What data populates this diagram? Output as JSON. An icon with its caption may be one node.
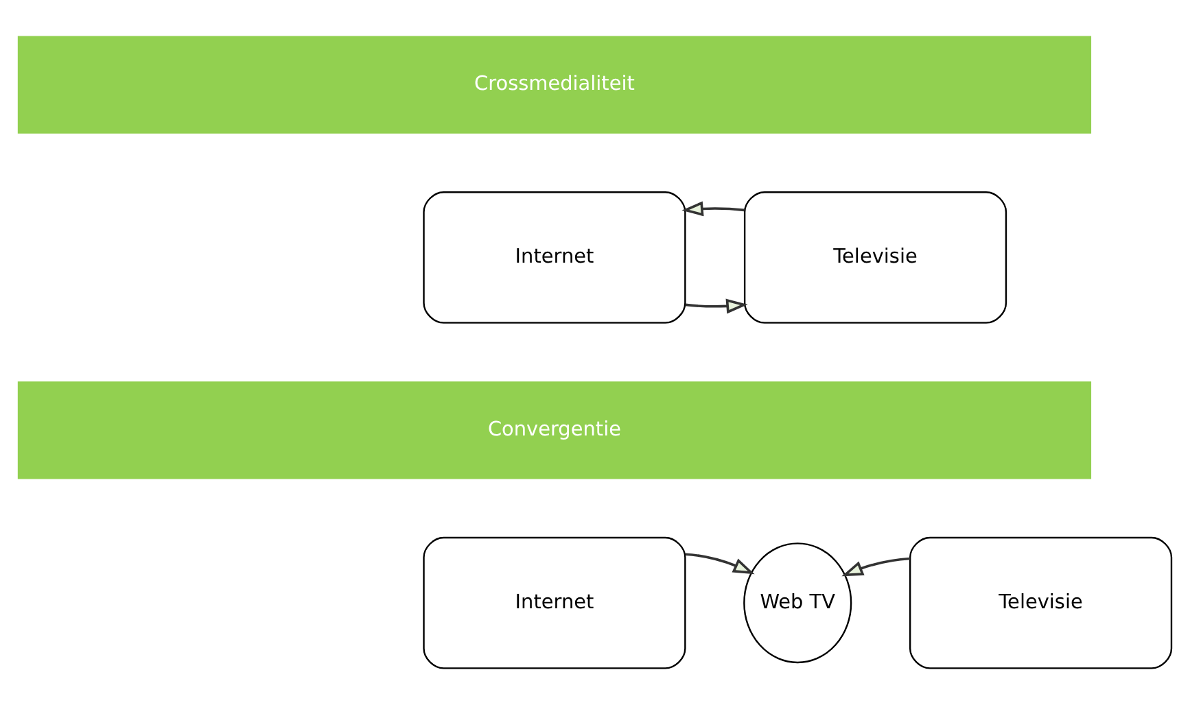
{
  "diagram": {
    "nodes": [
      {
        "text": [
          "Crossmedialiteit"
        ]
      },
      {
        "text": [
          "Internet"
        ]
      },
      {
        "text": [
          "Televisie"
        ]
      },
      {
        "text": [
          "Convergentie"
        ]
      },
      {
        "text": [
          "Internet"
        ]
      },
      {
        "text": [
          "Web TV"
        ]
      },
      {
        "text": [
          "Televisie"
        ]
      }
    ],
    "edges": [
      {
        "from": 1,
        "to": 2,
        "arrow": "to"
      },
      {
        "from": 2,
        "to": 1,
        "arrow": "to"
      },
      {
        "from": 4,
        "to": 5,
        "arrow": "to"
      },
      {
        "from": 6,
        "to": 5,
        "arrow": "to"
      }
    ]
  }
}
